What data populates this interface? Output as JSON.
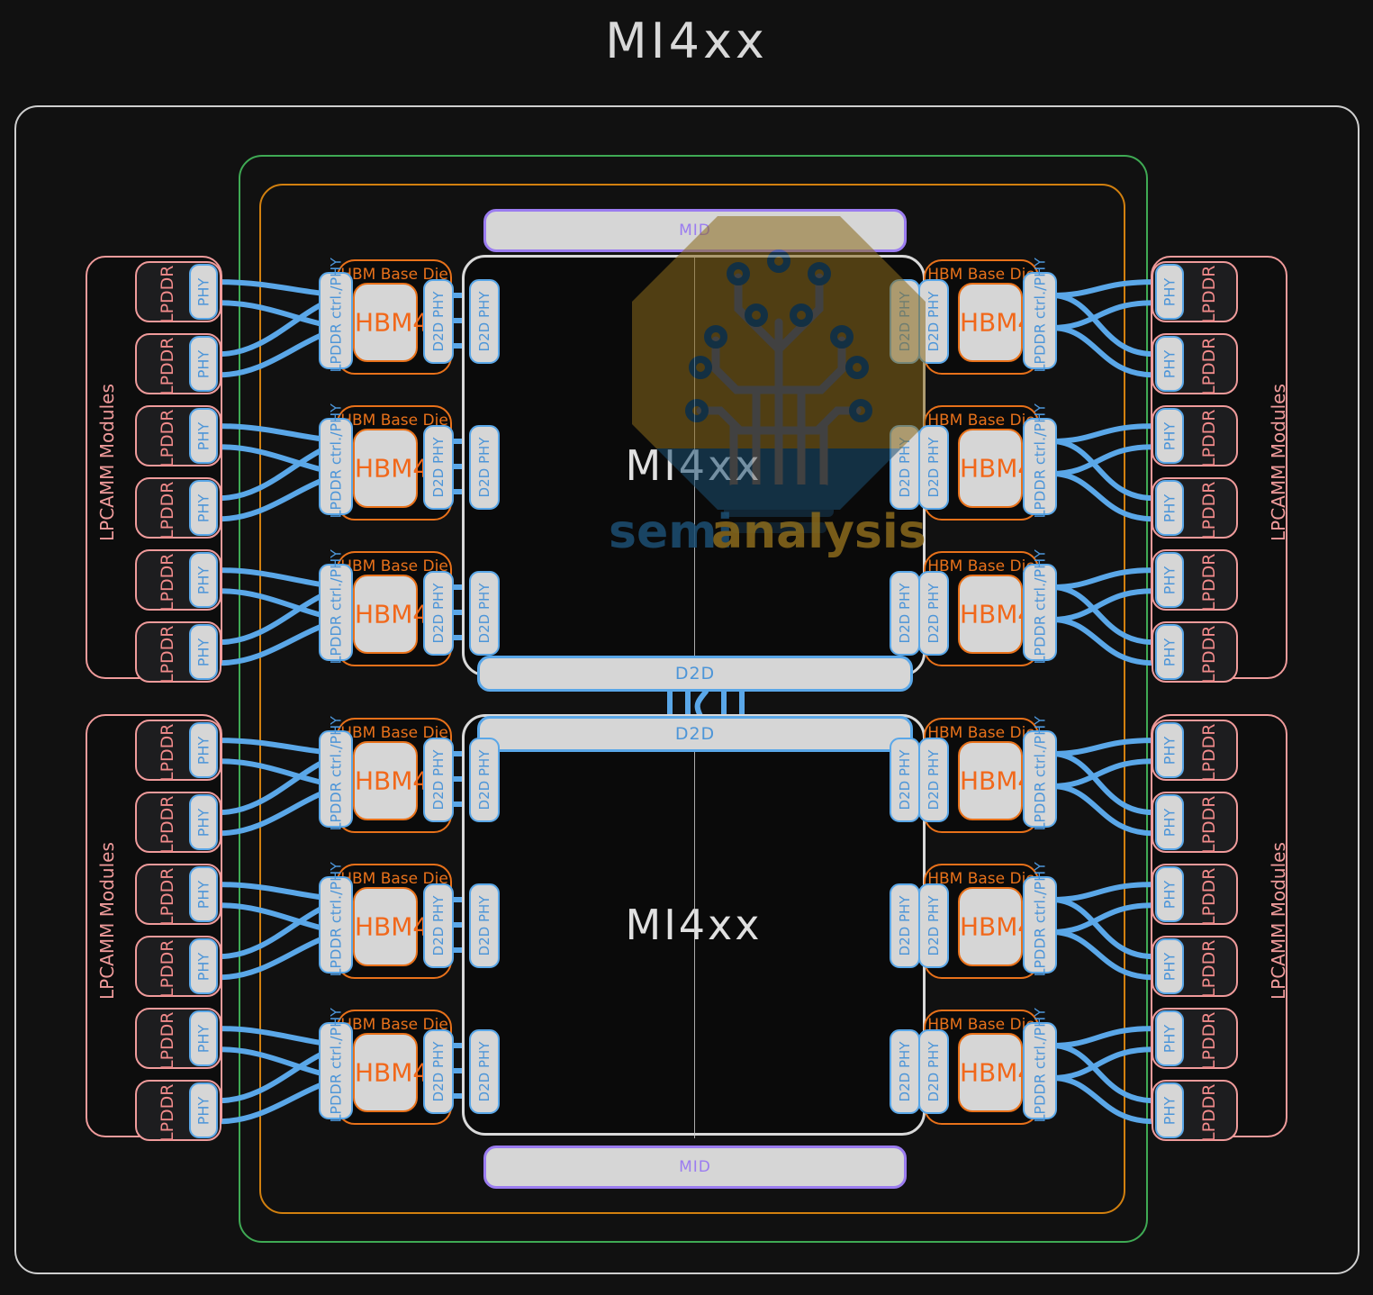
{
  "title": "MI4xx",
  "colors": {
    "background": "#111111",
    "frame_outer": "#cfcfcf",
    "frame_green": "#3faa54",
    "frame_orange": "#d2800f",
    "lpcamm_border": "#f09b9b",
    "lpddr_text": "#f28b8b",
    "phy_border": "#5aa7e8",
    "phy_text": "#4c95d8",
    "hbm_border": "#e8711a",
    "hbm_text": "#f1681b",
    "mid_border": "#9b7cf0",
    "mid_text": "#9b7cf0",
    "d2d_border": "#5aa7e8",
    "wire": "#5aa7e8",
    "die_border": "#d9d9d9",
    "die_text": "#e0e0e0",
    "watermark_blue": "#1c4f73",
    "watermark_gold": "#8a6a1c"
  },
  "labels": {
    "lpcamm_group": "LPCAMM Modules",
    "lpddr": "LPDDR",
    "phy": "PHY",
    "hbm_base_die": "HBM Base Die",
    "hbm_core": "HBM4",
    "lpddr_ctrl_phy": "LPDDR ctrl./PHY",
    "d2d_phy": "D2D PHY",
    "mid": "MID",
    "d2d": "D2D",
    "main_die": "MI4xx"
  },
  "watermark": {
    "brand_semi": "semi",
    "brand_analysis": "analysis"
  },
  "structure": {
    "lpcamm_groups": 4,
    "lpddr_per_group": 6,
    "hbm_stacks_per_quadrant": 3,
    "hbm_stacks_total": 12,
    "main_dies": 2,
    "mid_bars": 2,
    "d2d_bars": 2,
    "d2d_interconnect_wires": 5,
    "wires_per_lpddr_phy": 2,
    "d2d_links_per_hbm": 3
  }
}
